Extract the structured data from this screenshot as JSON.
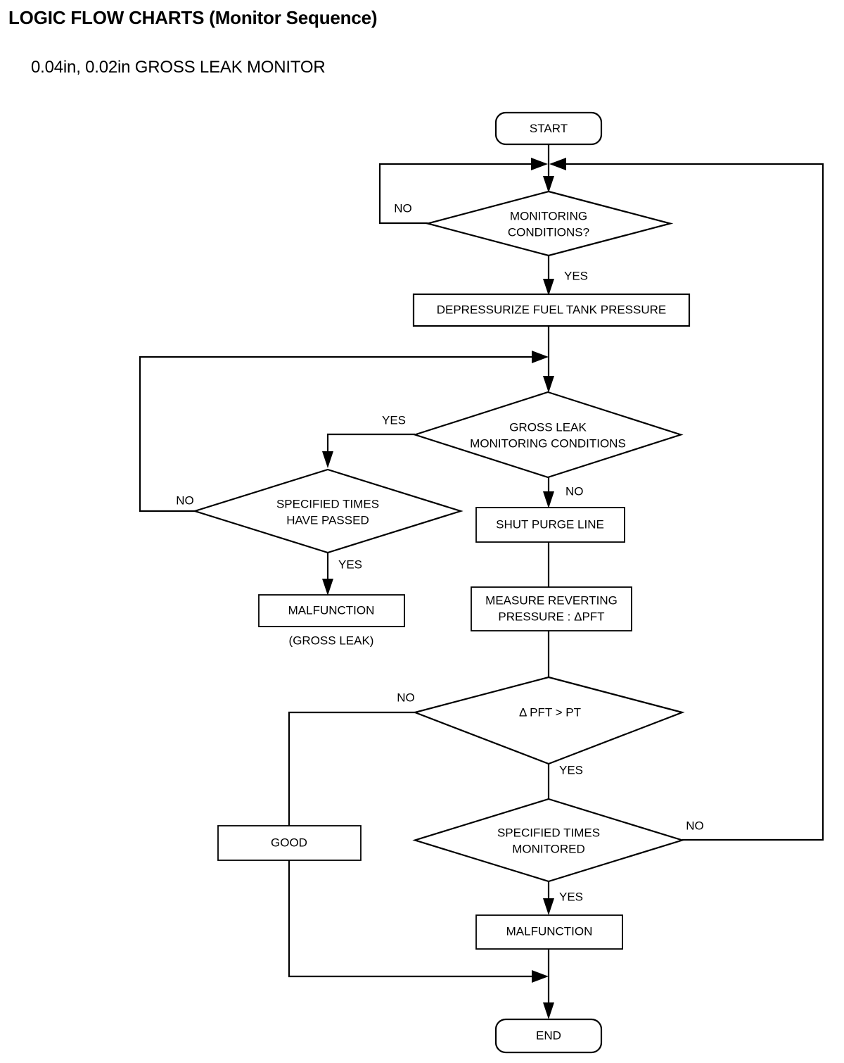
{
  "header": {
    "title": "LOGIC FLOW CHARTS (Monitor Sequence)",
    "subtitle": "0.04in, 0.02in GROSS LEAK MONITOR"
  },
  "chart_data": {
    "type": "flowchart",
    "title": "0.04in, 0.02in GROSS LEAK MONITOR",
    "nodes": [
      {
        "id": "start",
        "shape": "terminator",
        "label": "START"
      },
      {
        "id": "monitoring_conditions",
        "shape": "decision",
        "label_line1": "MONITORING",
        "label_line2": "CONDITIONS?"
      },
      {
        "id": "depressurize",
        "shape": "process",
        "label": "DEPRESSURIZE FUEL TANK PRESSURE"
      },
      {
        "id": "gross_leak_conditions",
        "shape": "decision",
        "label_line1": "GROSS LEAK",
        "label_line2": "MONITORING CONDITIONS"
      },
      {
        "id": "specified_times_passed",
        "shape": "decision",
        "label_line1": "SPECIFIED TIMES",
        "label_line2": "HAVE PASSED"
      },
      {
        "id": "malfunction_gross_leak",
        "shape": "process",
        "label": "MALFUNCTION",
        "note": "(GROSS LEAK)"
      },
      {
        "id": "shut_purge_line",
        "shape": "process",
        "label": "SHUT PURGE LINE"
      },
      {
        "id": "measure_reverting",
        "shape": "process",
        "label_line1": "MEASURE REVERTING",
        "label_line2": "PRESSURE : ΔPFT"
      },
      {
        "id": "pft_gt_pt",
        "shape": "decision",
        "label": "Δ PFT > PT"
      },
      {
        "id": "good",
        "shape": "process",
        "label": "GOOD"
      },
      {
        "id": "specified_times_monitored",
        "shape": "decision",
        "label_line1": "SPECIFIED TIMES",
        "label_line2": "MONITORED"
      },
      {
        "id": "malfunction",
        "shape": "process",
        "label": "MALFUNCTION"
      },
      {
        "id": "end",
        "shape": "terminator",
        "label": "END"
      }
    ],
    "edges": [
      {
        "from": "start",
        "to": "monitoring_conditions",
        "label": ""
      },
      {
        "from": "monitoring_conditions",
        "to": "monitoring_conditions",
        "label": "NO"
      },
      {
        "from": "monitoring_conditions",
        "to": "depressurize",
        "label": "YES"
      },
      {
        "from": "depressurize",
        "to": "gross_leak_conditions",
        "label": ""
      },
      {
        "from": "gross_leak_conditions",
        "to": "specified_times_passed",
        "label": "YES"
      },
      {
        "from": "gross_leak_conditions",
        "to": "shut_purge_line",
        "label": "NO"
      },
      {
        "from": "specified_times_passed",
        "to": "gross_leak_conditions",
        "label": "NO"
      },
      {
        "from": "specified_times_passed",
        "to": "malfunction_gross_leak",
        "label": "YES"
      },
      {
        "from": "shut_purge_line",
        "to": "measure_reverting",
        "label": ""
      },
      {
        "from": "measure_reverting",
        "to": "pft_gt_pt",
        "label": ""
      },
      {
        "from": "pft_gt_pt",
        "to": "good",
        "label": "NO"
      },
      {
        "from": "pft_gt_pt",
        "to": "specified_times_monitored",
        "label": "YES"
      },
      {
        "from": "specified_times_monitored",
        "to": "monitoring_conditions",
        "label": "NO"
      },
      {
        "from": "specified_times_monitored",
        "to": "malfunction",
        "label": "YES"
      },
      {
        "from": "malfunction",
        "to": "end",
        "label": ""
      },
      {
        "from": "good",
        "to": "end",
        "label": ""
      }
    ]
  },
  "labels": {
    "start": "START",
    "end": "END",
    "monitoring_conditions_l1": "MONITORING",
    "monitoring_conditions_l2": "CONDITIONS?",
    "depressurize": "DEPRESSURIZE FUEL TANK PRESSURE",
    "gross_leak_l1": "GROSS LEAK",
    "gross_leak_l2": "MONITORING CONDITIONS",
    "spec_times_passed_l1": "SPECIFIED TIMES",
    "spec_times_passed_l2": "HAVE PASSED",
    "malfunction_gross_leak": "MALFUNCTION",
    "gross_leak_note": "(GROSS LEAK)",
    "shut_purge_line": "SHUT PURGE LINE",
    "measure_l1": "MEASURE REVERTING",
    "measure_l2": "PRESSURE : ΔPFT",
    "pft_gt_pt": "Δ PFT > PT",
    "good": "GOOD",
    "spec_times_monitored_l1": "SPECIFIED TIMES",
    "spec_times_monitored_l2": "MONITORED",
    "malfunction": "MALFUNCTION"
  },
  "edge_labels": {
    "no_monitoring": "NO",
    "yes_monitoring": "YES",
    "yes_gross_leak": "YES",
    "no_gross_leak": "NO",
    "no_spec_passed": "NO",
    "yes_spec_passed": "YES",
    "no_pft": "NO",
    "yes_pft": "YES",
    "no_spec_monitored": "NO",
    "yes_spec_monitored": "YES"
  },
  "colors": {
    "stroke": "#000000",
    "fill": "#ffffff",
    "text": "#000000"
  }
}
